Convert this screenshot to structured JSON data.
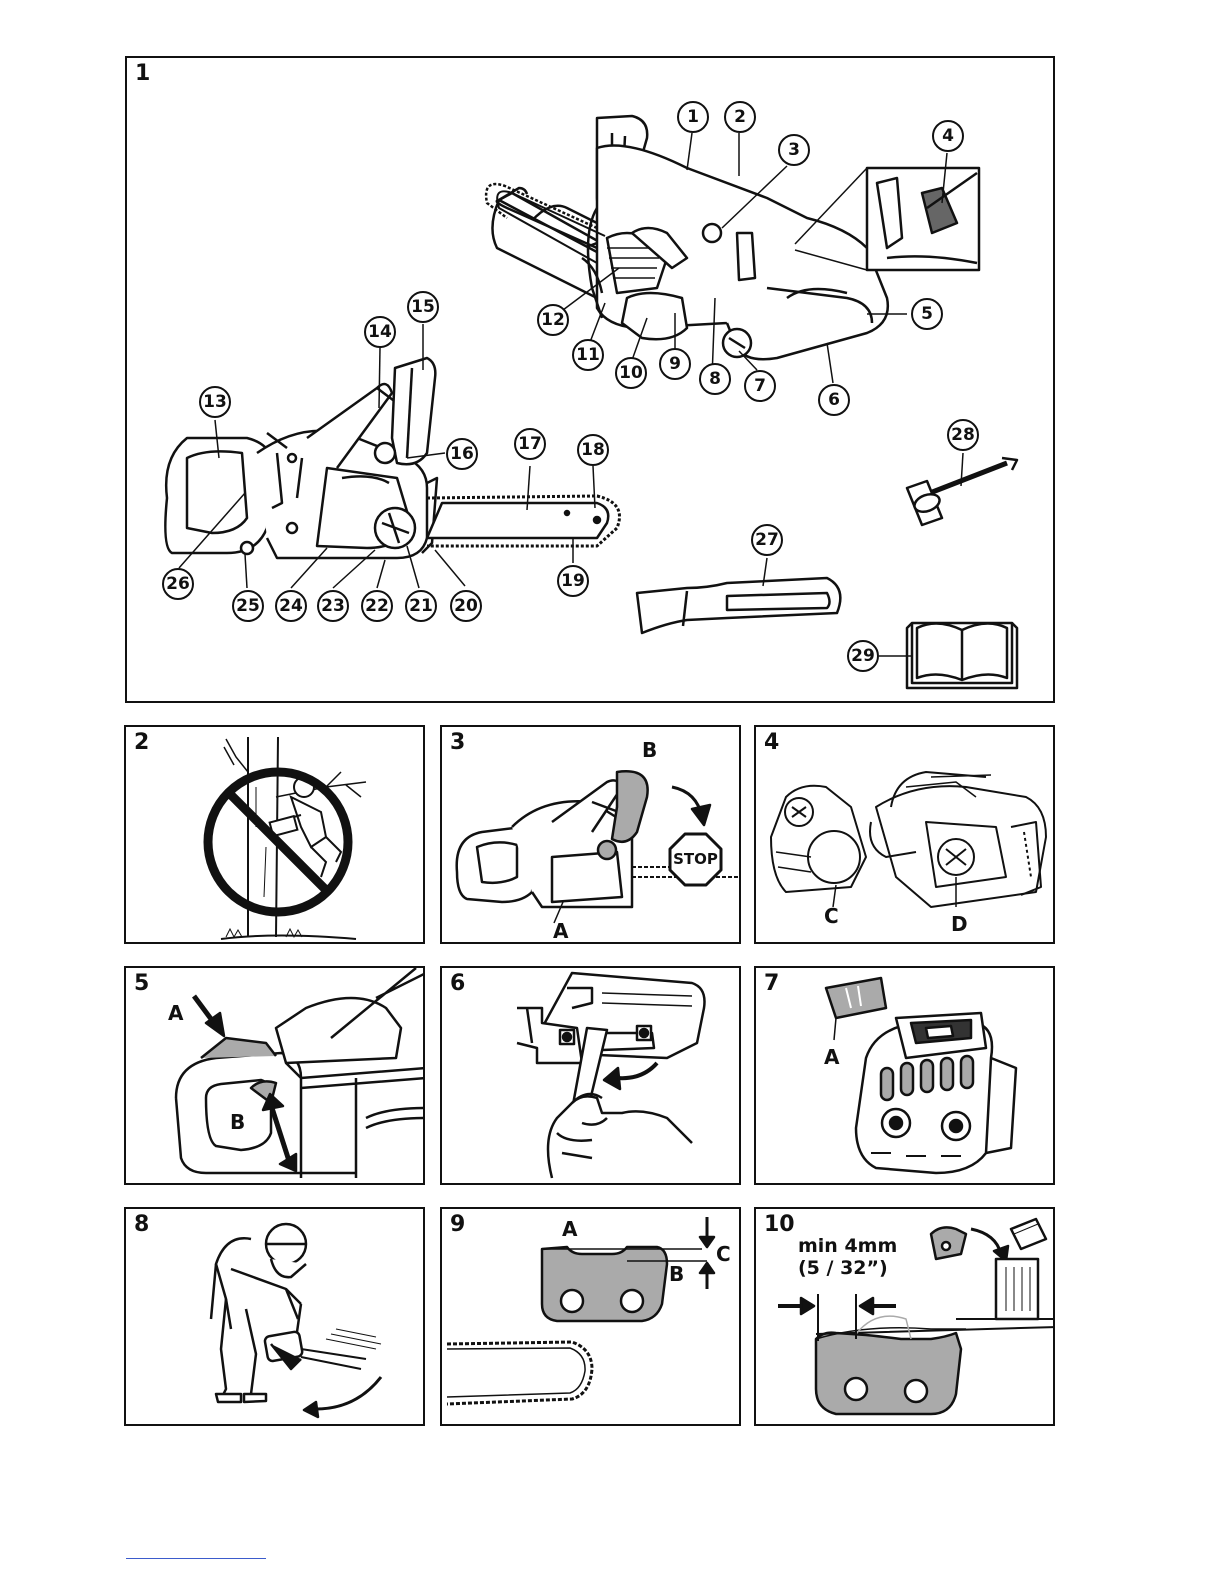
{
  "panels": [
    {
      "number": "1"
    },
    {
      "number": "2"
    },
    {
      "number": "3"
    },
    {
      "number": "4"
    },
    {
      "number": "5"
    },
    {
      "number": "6"
    },
    {
      "number": "7"
    },
    {
      "number": "8"
    },
    {
      "number": "9"
    },
    {
      "number": "10"
    }
  ],
  "fig1_callouts": [
    "1",
    "2",
    "3",
    "4",
    "5",
    "6",
    "7",
    "8",
    "9",
    "10",
    "11",
    "12",
    "13",
    "14",
    "15",
    "16",
    "17",
    "18",
    "19",
    "20",
    "21",
    "22",
    "23",
    "24",
    "25",
    "26",
    "27",
    "28",
    "29"
  ],
  "fig3": {
    "label_a": "A",
    "label_b": "B",
    "stop_sign": "STOP"
  },
  "fig4": {
    "label_c": "C",
    "label_d": "D"
  },
  "fig5": {
    "label_a": "A",
    "label_b": "B"
  },
  "fig7": {
    "label_a": "A"
  },
  "fig9": {
    "label_a": "A",
    "label_b": "B",
    "label_c": "C"
  },
  "fig10": {
    "min_depth": "min 4mm",
    "min_depth_inch": "(5 / 32”)"
  }
}
